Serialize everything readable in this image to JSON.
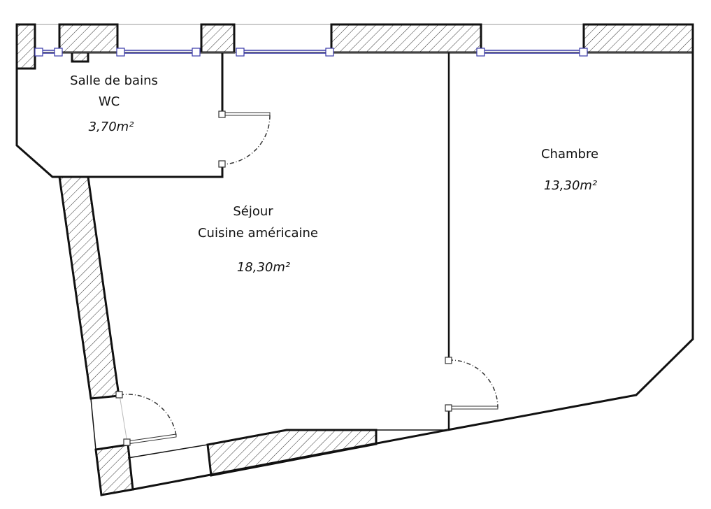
{
  "rooms": [
    {
      "name_line1": "Salle de bains",
      "name_line2": "WC",
      "area": "3,70m²"
    },
    {
      "name_line1": "Séjour",
      "name_line2": "Cuisine américaine",
      "area": "18,30m²"
    },
    {
      "name_line1": "Chambre",
      "area": "13,30m²"
    }
  ],
  "colors": {
    "wall": "#111111",
    "window": "#3a3aa8",
    "hatch": "#333333"
  }
}
